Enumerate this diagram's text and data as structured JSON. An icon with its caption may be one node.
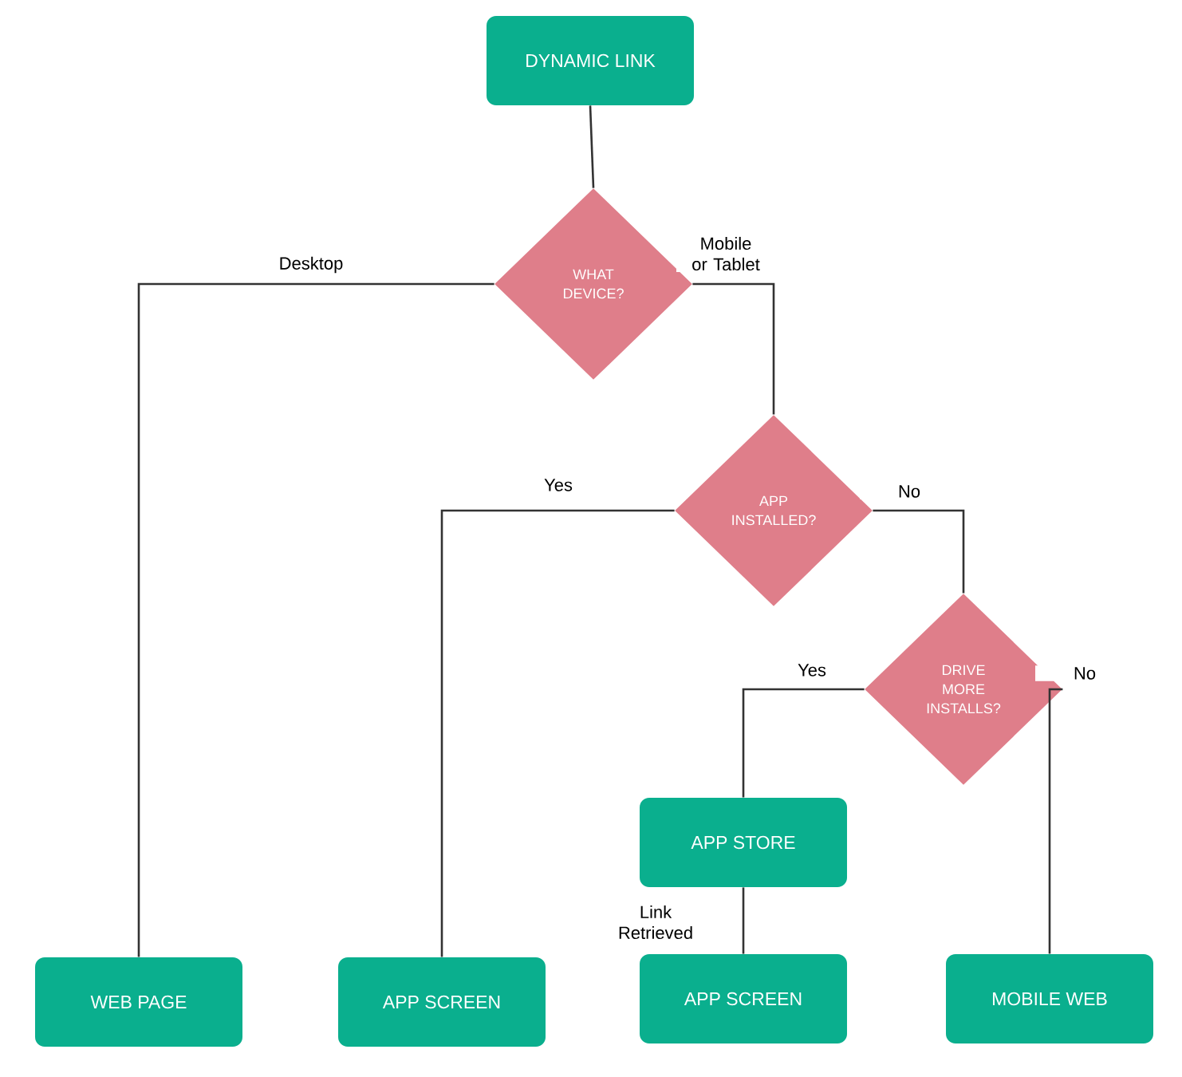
{
  "diagram": {
    "nodes": [
      {
        "text": [
          "DYNAMIC LINK"
        ]
      },
      {
        "text": [
          "WHAT DEVICE?"
        ]
      },
      {
        "text": [
          "APP INSTALLED?"
        ]
      },
      {
        "text": [
          "DRIVE MORE INSTALLS?"
        ]
      },
      {
        "text": [
          "APP STORE"
        ]
      },
      {
        "text": [
          "WEB PAGE"
        ]
      },
      {
        "text": [
          "APP SCREEN"
        ]
      },
      {
        "text": [
          "APP SCREEN"
        ]
      },
      {
        "text": [
          "MOBILE WEB"
        ]
      }
    ],
    "edges": [
      {
        "from": 0,
        "to": 1,
        "arrow": "none"
      },
      {
        "from": 1,
        "to": 5,
        "arrow": "none",
        "label": "Desktop"
      },
      {
        "from": 1,
        "to": 2,
        "arrow": "none",
        "label": "Mobile or Tablet"
      },
      {
        "from": 2,
        "to": 6,
        "arrow": "none",
        "label": "Yes"
      },
      {
        "from": 2,
        "to": 3,
        "arrow": "none",
        "label": "No"
      },
      {
        "from": 3,
        "to": 4,
        "arrow": "none",
        "label": "Yes"
      },
      {
        "from": 3,
        "to": 8,
        "arrow": "none",
        "label": "No"
      },
      {
        "from": 4,
        "to": 7,
        "arrow": "none",
        "label": "Link Retrieved"
      }
    ]
  }
}
